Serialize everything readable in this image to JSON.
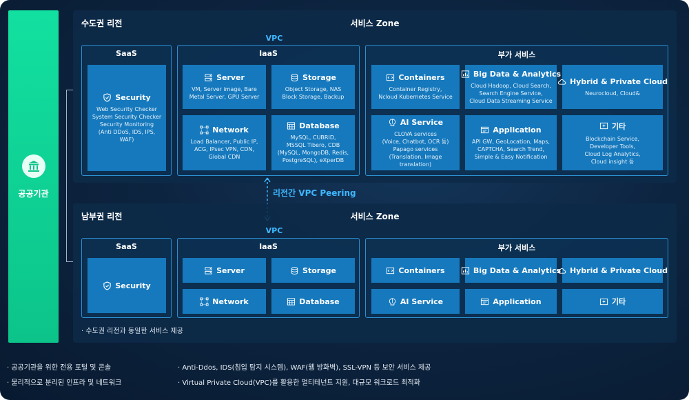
{
  "government": {
    "label": "공공기관",
    "icon": "government-building-icon"
  },
  "north": {
    "region_title": "수도권 리전",
    "zone_title": "서비스 Zone",
    "vpc": "VPC",
    "saas": {
      "title": "SaaS",
      "security": {
        "label": "Security",
        "desc": [
          "Web Security Checker",
          "System Security Checker",
          "Security Monitoring",
          "(Anti DDoS, IDS, IPS, WAF)"
        ]
      }
    },
    "iaas": {
      "title": "IaaS",
      "server": {
        "label": "Server",
        "desc": [
          "VM, Server image, Bare",
          "Metal Server, GPU Server"
        ]
      },
      "storage": {
        "label": "Storage",
        "desc": [
          "Object Storage, NAS",
          "Block Storage, Backup"
        ]
      },
      "network": {
        "label": "Network",
        "desc": [
          "Load Balancer, Public IP,",
          "ACG, IPsec VPN, CDN,",
          "Global CDN"
        ]
      },
      "database": {
        "label": "Database",
        "desc": [
          "MySQL, CUBRID,",
          "MSSQL Tibero, CDB",
          "(MySQL, MongoDB, Redis,",
          "PostgreSQL), eXperDB"
        ]
      }
    },
    "addon": {
      "title": "부가 서비스",
      "containers": {
        "label": "Containers",
        "desc": [
          "Container Registry,",
          "Ncloud Kubernetes Service"
        ]
      },
      "bigdata": {
        "label": "Big Data & Analytics",
        "desc": [
          "Cloud Hadoop, Cloud Search,",
          "Search Engine Service,",
          "Cloud Data Streaming Service"
        ]
      },
      "hybrid": {
        "label": "Hybrid & Private Cloud",
        "desc": [
          "Neurocloud, Cloud&"
        ]
      },
      "ai": {
        "label": "AI Service",
        "desc": [
          "CLOVA services",
          "(Voice, Chatbot, OCR 등)",
          "Papago services",
          "(Translation, Image translation)"
        ]
      },
      "application": {
        "label": "Application",
        "desc": [
          "API GW, GeoLocation, Maps,",
          "CAPTCHA, Search Trend,",
          "Simple & Easy Notification"
        ]
      },
      "etc": {
        "label": "기타",
        "desc": [
          "Blockchain Service,",
          "Developer Tools,",
          "Cloud Log Analytics,",
          "Cloud insight 등"
        ]
      }
    }
  },
  "peering": {
    "label": "리전간 VPC Peering"
  },
  "south": {
    "region_title": "남부권 리전",
    "zone_title": "서비스 Zone",
    "vpc": "VPC",
    "saas": {
      "title": "SaaS",
      "security": "Security"
    },
    "iaas": {
      "title": "IaaS",
      "server": "Server",
      "storage": "Storage",
      "network": "Network",
      "database": "Database"
    },
    "addon": {
      "title": "부가 서비스",
      "containers": "Containers",
      "bigdata": "Big Data & Analytics",
      "hybrid": "Hybrid & Private Cloud",
      "ai": "AI Service",
      "application": "Application",
      "etc": "기타"
    },
    "note": "· 수도권 리전과 동일한 서비스 제공"
  },
  "bottom": {
    "left": [
      "· 공공기관을 위한 전용 포털 및 콘솔",
      "· 물리적으로 분리된 인프라 및 네트워크"
    ],
    "right": [
      "· Anti-Ddos, IDS(침입 탐지 시스템), WAF(웹 방화벽), SSL-VPN 등 보안 서비스 제공",
      "· Virtual Private Cloud(VPC)를 활용한 멀티테넌트 지원, 대규모 워크로드 최적화"
    ]
  },
  "colors": {
    "accent_green": "#12e0a0",
    "box_blue": "#1679bd",
    "vpc_blue": "#3fb7ff",
    "region_bg": "#0c2a48"
  }
}
